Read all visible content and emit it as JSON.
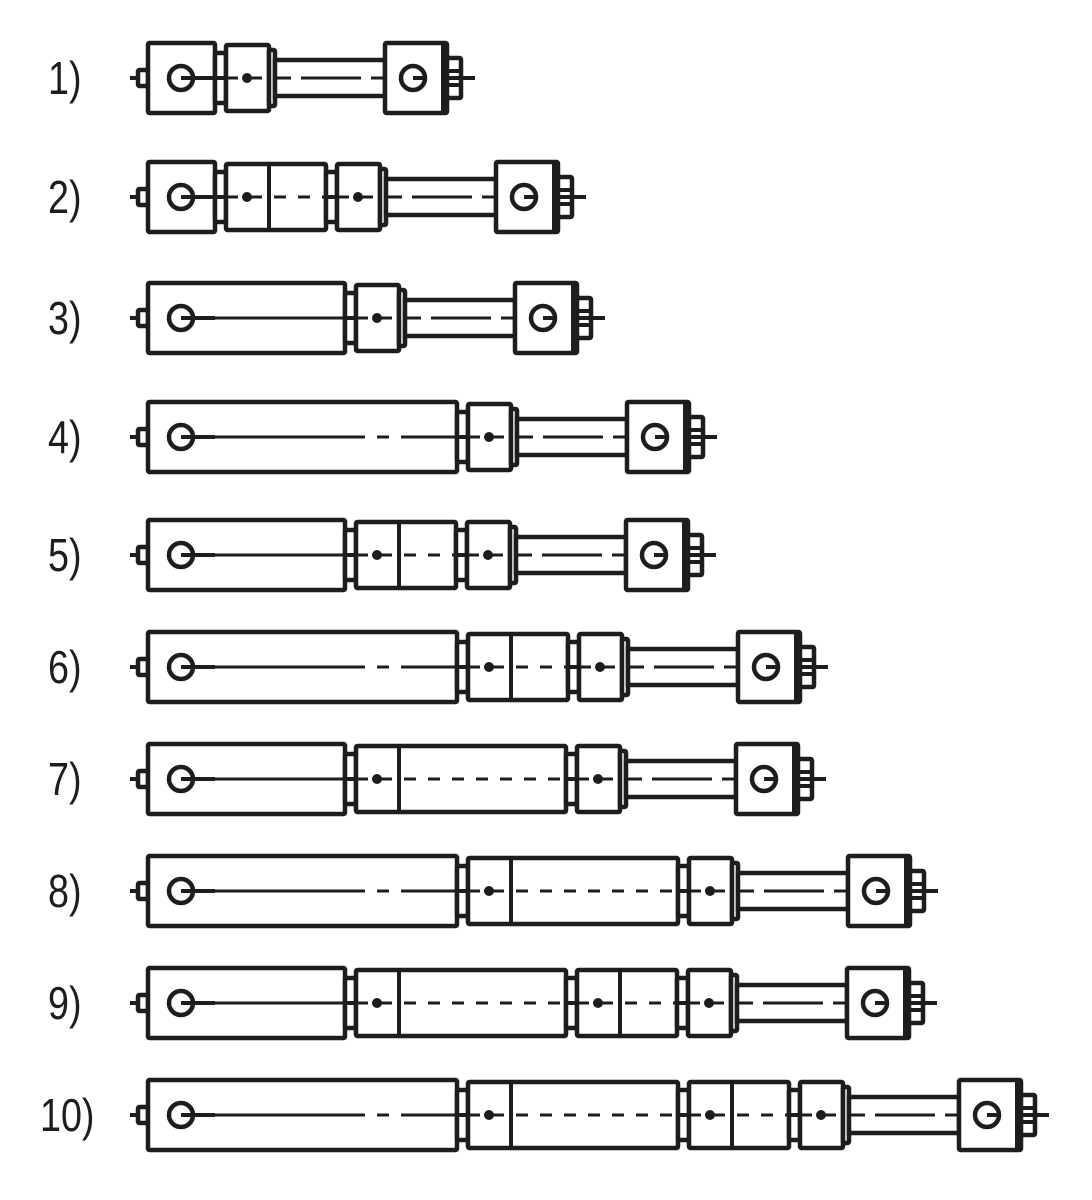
{
  "diagram": {
    "title": "Cylinder module configurations",
    "stroke_color": "#1d1d1b",
    "rows": [
      {
        "label": "1)"
      },
      {
        "label": "2)"
      },
      {
        "label": "3)"
      },
      {
        "label": "4)"
      },
      {
        "label": "5)"
      },
      {
        "label": "6)"
      },
      {
        "label": "7)"
      },
      {
        "label": "8)"
      },
      {
        "label": "9)"
      },
      {
        "label": "10)"
      }
    ]
  }
}
